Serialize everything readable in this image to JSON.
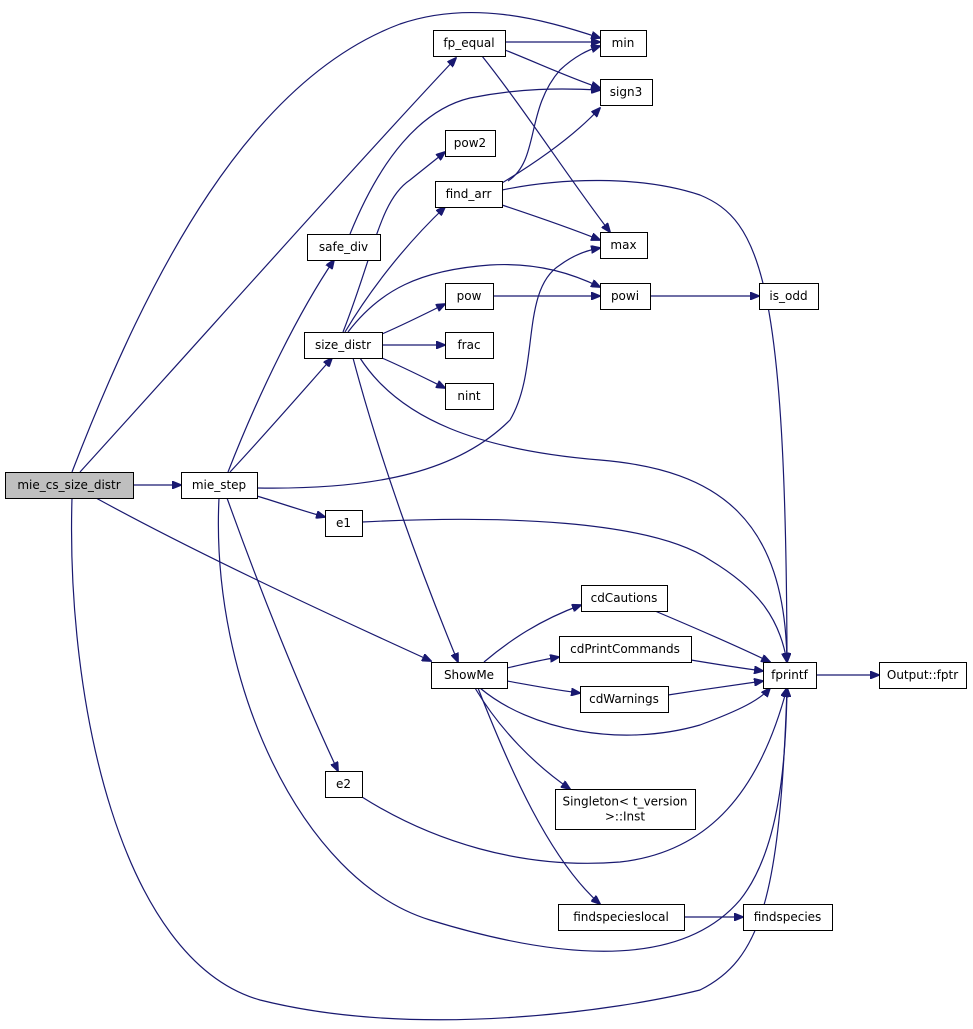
{
  "colors": {
    "edge": "#191970",
    "node_fill": "#ffffff",
    "root_fill": "#bfbfbf",
    "border": "#000000"
  },
  "nodes": [
    {
      "id": "mie_cs_size_distr",
      "label": [
        "mie_cs_size_distr"
      ],
      "root": true
    },
    {
      "id": "mie_step",
      "label": [
        "mie_step"
      ]
    },
    {
      "id": "fp_equal",
      "label": [
        "fp_equal"
      ]
    },
    {
      "id": "min",
      "label": [
        "min"
      ]
    },
    {
      "id": "sign3",
      "label": [
        "sign3"
      ]
    },
    {
      "id": "pow2",
      "label": [
        "pow2"
      ]
    },
    {
      "id": "find_arr",
      "label": [
        "find_arr"
      ]
    },
    {
      "id": "safe_div",
      "label": [
        "safe_div"
      ]
    },
    {
      "id": "max",
      "label": [
        "max"
      ]
    },
    {
      "id": "pow",
      "label": [
        "pow"
      ]
    },
    {
      "id": "powi",
      "label": [
        "powi"
      ]
    },
    {
      "id": "is_odd",
      "label": [
        "is_odd"
      ]
    },
    {
      "id": "size_distr",
      "label": [
        "size_distr"
      ]
    },
    {
      "id": "frac",
      "label": [
        "frac"
      ]
    },
    {
      "id": "nint",
      "label": [
        "nint"
      ]
    },
    {
      "id": "e1",
      "label": [
        "e1"
      ]
    },
    {
      "id": "cdCautions",
      "label": [
        "cdCautions"
      ]
    },
    {
      "id": "cdPrintCommands",
      "label": [
        "cdPrintCommands"
      ]
    },
    {
      "id": "ShowMe",
      "label": [
        "ShowMe"
      ]
    },
    {
      "id": "cdWarnings",
      "label": [
        "cdWarnings"
      ]
    },
    {
      "id": "fprintf",
      "label": [
        "fprintf"
      ]
    },
    {
      "id": "Output_fptr",
      "label": [
        "Output::fptr"
      ]
    },
    {
      "id": "e2",
      "label": [
        "e2"
      ]
    },
    {
      "id": "Singleton_Inst",
      "label": [
        "Singleton< t_version",
        ">::Inst"
      ]
    },
    {
      "id": "findspecieslocal",
      "label": [
        "findspecieslocal"
      ]
    },
    {
      "id": "findspecies",
      "label": [
        "findspecies"
      ]
    }
  ],
  "edges": [
    {
      "from": "mie_cs_size_distr",
      "to": "min"
    },
    {
      "from": "mie_cs_size_distr",
      "to": "fp_equal"
    },
    {
      "from": "mie_cs_size_distr",
      "to": "mie_step"
    },
    {
      "from": "mie_cs_size_distr",
      "to": "ShowMe"
    },
    {
      "from": "mie_cs_size_distr",
      "to": "fprintf"
    },
    {
      "from": "fp_equal",
      "to": "min"
    },
    {
      "from": "fp_equal",
      "to": "sign3"
    },
    {
      "from": "fp_equal",
      "to": "max"
    },
    {
      "from": "safe_div",
      "to": "sign3"
    },
    {
      "from": "find_arr",
      "to": "min"
    },
    {
      "from": "find_arr",
      "to": "sign3"
    },
    {
      "from": "find_arr",
      "to": "max"
    },
    {
      "from": "find_arr",
      "to": "fprintf"
    },
    {
      "from": "size_distr",
      "to": "pow2"
    },
    {
      "from": "size_distr",
      "to": "find_arr"
    },
    {
      "from": "size_distr",
      "to": "powi"
    },
    {
      "from": "size_distr",
      "to": "pow"
    },
    {
      "from": "size_distr",
      "to": "frac"
    },
    {
      "from": "size_distr",
      "to": "nint"
    },
    {
      "from": "size_distr",
      "to": "fprintf"
    },
    {
      "from": "size_distr",
      "to": "ShowMe"
    },
    {
      "from": "pow",
      "to": "powi"
    },
    {
      "from": "powi",
      "to": "is_odd"
    },
    {
      "from": "mie_step",
      "to": "safe_div"
    },
    {
      "from": "mie_step",
      "to": "size_distr"
    },
    {
      "from": "mie_step",
      "to": "max"
    },
    {
      "from": "mie_step",
      "to": "e1"
    },
    {
      "from": "mie_step",
      "to": "e2"
    },
    {
      "from": "mie_step",
      "to": "fprintf"
    },
    {
      "from": "e1",
      "to": "fprintf"
    },
    {
      "from": "e2",
      "to": "fprintf"
    },
    {
      "from": "ShowMe",
      "to": "cdCautions"
    },
    {
      "from": "ShowMe",
      "to": "cdPrintCommands"
    },
    {
      "from": "ShowMe",
      "to": "cdWarnings"
    },
    {
      "from": "ShowMe",
      "to": "fprintf"
    },
    {
      "from": "ShowMe",
      "to": "Singleton_Inst"
    },
    {
      "from": "ShowMe",
      "to": "findspecieslocal"
    },
    {
      "from": "cdCautions",
      "to": "fprintf"
    },
    {
      "from": "cdPrintCommands",
      "to": "fprintf"
    },
    {
      "from": "cdWarnings",
      "to": "fprintf"
    },
    {
      "from": "fprintf",
      "to": "Output_fptr"
    },
    {
      "from": "findspecieslocal",
      "to": "findspecies"
    }
  ]
}
